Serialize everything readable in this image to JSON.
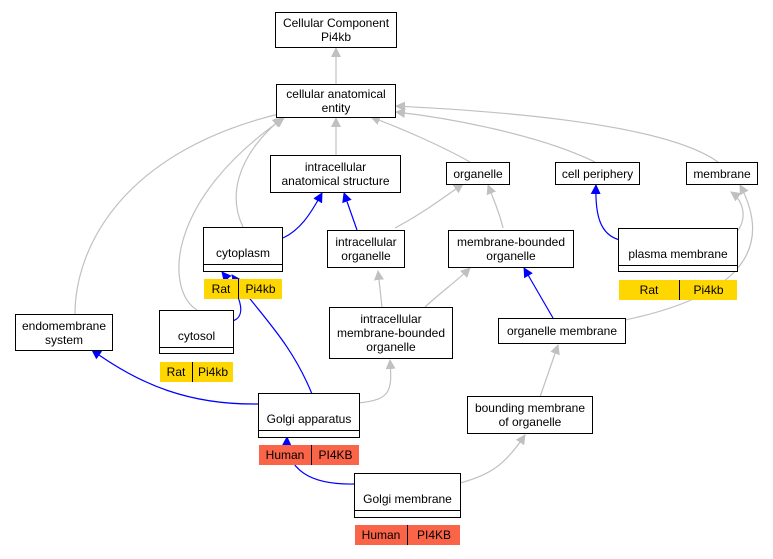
{
  "nodes": {
    "root": "Cellular Component\nPi4kb",
    "cae": "cellular anatomical\nentity",
    "ias": "intracellular\nanatomical structure",
    "organelle": "organelle",
    "cell_periphery": "cell periphery",
    "membrane": "membrane",
    "cytoplasm": {
      "label": "cytoplasm",
      "species": "Rat",
      "gene": "Pi4kb"
    },
    "plasma_membrane": {
      "label": "plasma membrane",
      "species": "Rat",
      "gene": "Pi4kb"
    },
    "intracellular_organelle": "intracellular\norganelle",
    "membrane_bounded_organelle": "membrane-bounded\norganelle",
    "endomembrane_system": "endomembrane\nsystem",
    "cytosol": {
      "label": "cytosol",
      "species": "Rat",
      "gene": "Pi4kb"
    },
    "imbo": "intracellular\nmembrane-bounded\norganelle",
    "organelle_membrane": "organelle membrane",
    "golgi_apparatus": {
      "label": "Golgi apparatus",
      "species": "Human",
      "gene": "PI4KB"
    },
    "bounding_membrane": "bounding membrane\nof organelle",
    "golgi_membrane": {
      "label": "Golgi membrane",
      "species": "Human",
      "gene": "PI4KB"
    }
  },
  "colors": {
    "is_a_edge": "#c0c0c0",
    "part_of_edge": "#0000ff",
    "rat_annotation": "#ffd700",
    "human_annotation": "#fa6448"
  }
}
